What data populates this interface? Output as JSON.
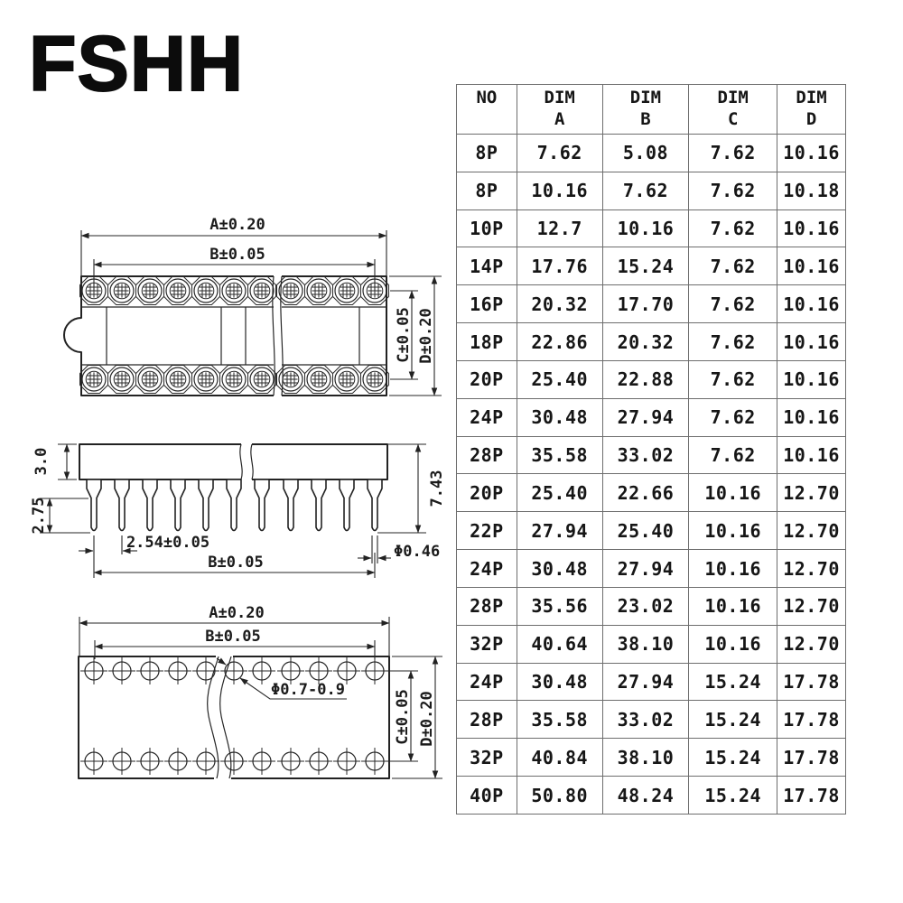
{
  "brand": {
    "logo_text": "FSHH"
  },
  "colors": {
    "background": "#ffffff",
    "line": "#222222",
    "table_border": "#6d6d6d",
    "text": "#161616"
  },
  "table": {
    "columns": [
      {
        "line1": "NO",
        "line2": ""
      },
      {
        "line1": "DIM",
        "line2": "A"
      },
      {
        "line1": "DIM",
        "line2": "B"
      },
      {
        "line1": "DIM",
        "line2": "C"
      },
      {
        "line1": "DIM",
        "line2": "D"
      }
    ],
    "rows": [
      [
        "8P",
        "7.62",
        "5.08",
        "7.62",
        "10.16"
      ],
      [
        "8P",
        "10.16",
        "7.62",
        "7.62",
        "10.18"
      ],
      [
        "10P",
        "12.7",
        "10.16",
        "7.62",
        "10.16"
      ],
      [
        "14P",
        "17.76",
        "15.24",
        "7.62",
        "10.16"
      ],
      [
        "16P",
        "20.32",
        "17.70",
        "7.62",
        "10.16"
      ],
      [
        "18P",
        "22.86",
        "20.32",
        "7.62",
        "10.16"
      ],
      [
        "20P",
        "25.40",
        "22.88",
        "7.62",
        "10.16"
      ],
      [
        "24P",
        "30.48",
        "27.94",
        "7.62",
        "10.16"
      ],
      [
        "28P",
        "35.58",
        "33.02",
        "7.62",
        "10.16"
      ],
      [
        "20P",
        "25.40",
        "22.66",
        "10.16",
        "12.70"
      ],
      [
        "22P",
        "27.94",
        "25.40",
        "10.16",
        "12.70"
      ],
      [
        "24P",
        "30.48",
        "27.94",
        "10.16",
        "12.70"
      ],
      [
        "28P",
        "35.56",
        "23.02",
        "10.16",
        "12.70"
      ],
      [
        "32P",
        "40.64",
        "38.10",
        "10.16",
        "12.70"
      ],
      [
        "24P",
        "30.48",
        "27.94",
        "15.24",
        "17.78"
      ],
      [
        "28P",
        "35.58",
        "33.02",
        "15.24",
        "17.78"
      ],
      [
        "32P",
        "40.84",
        "38.10",
        "15.24",
        "17.78"
      ],
      [
        "40P",
        "50.80",
        "48.24",
        "15.24",
        "17.78"
      ]
    ]
  },
  "drawings": {
    "top_view": {
      "dim_a": "A±0.20",
      "dim_b": "B±0.05",
      "dim_c": "C±0.05",
      "dim_d": "D±0.20"
    },
    "side_view": {
      "body_height": "3.0",
      "pin_length": "2.75",
      "pin_pitch": "2.54±0.05",
      "overall_height": "7.43",
      "pin_diameter": "Φ0.46",
      "dim_b": "B±0.05"
    },
    "bottom_view": {
      "dim_a": "A±0.20",
      "dim_b": "B±0.05",
      "hole_diameter": "Φ0.7-0.9",
      "dim_c": "C±0.05",
      "dim_d": "D±0.20"
    }
  }
}
